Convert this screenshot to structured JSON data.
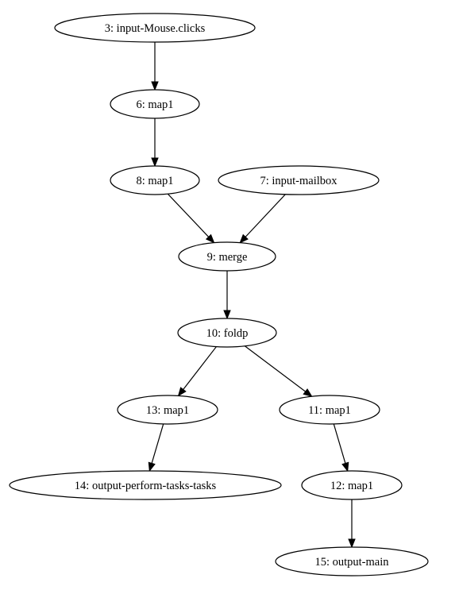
{
  "graph": {
    "nodes": [
      {
        "id": "n3",
        "label": "3: input-Mouse.clicks"
      },
      {
        "id": "n6",
        "label": "6: map1"
      },
      {
        "id": "n8",
        "label": "8: map1"
      },
      {
        "id": "n7",
        "label": "7: input-mailbox"
      },
      {
        "id": "n9",
        "label": "9: merge"
      },
      {
        "id": "n10",
        "label": "10: foldp"
      },
      {
        "id": "n13",
        "label": "13: map1"
      },
      {
        "id": "n11",
        "label": "11: map1"
      },
      {
        "id": "n14",
        "label": "14: output-perform-tasks-tasks"
      },
      {
        "id": "n12",
        "label": "12: map1"
      },
      {
        "id": "n15",
        "label": "15: output-main"
      }
    ],
    "edges": [
      {
        "from": "n3",
        "to": "n6"
      },
      {
        "from": "n6",
        "to": "n8"
      },
      {
        "from": "n8",
        "to": "n9"
      },
      {
        "from": "n7",
        "to": "n9"
      },
      {
        "from": "n9",
        "to": "n10"
      },
      {
        "from": "n10",
        "to": "n13"
      },
      {
        "from": "n10",
        "to": "n11"
      },
      {
        "from": "n13",
        "to": "n14"
      },
      {
        "from": "n11",
        "to": "n12"
      },
      {
        "from": "n12",
        "to": "n15"
      }
    ]
  }
}
